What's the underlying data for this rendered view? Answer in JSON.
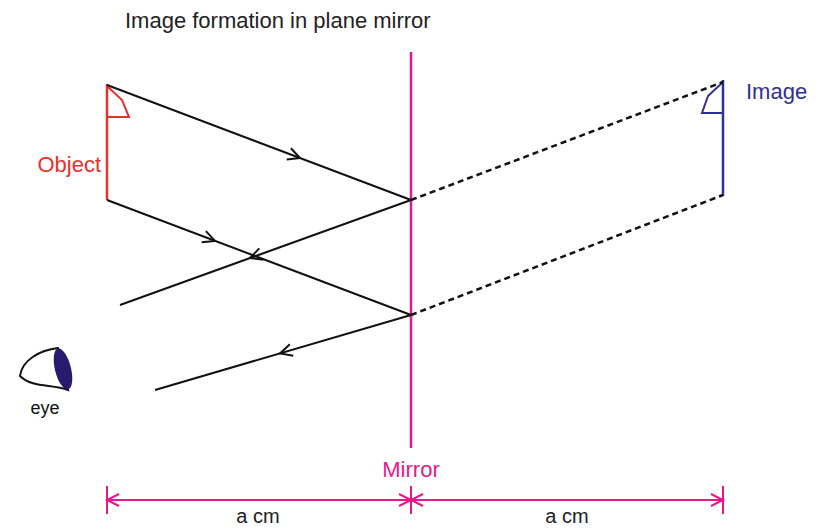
{
  "diagram": {
    "title": "Image formation in plane mirror",
    "labels": [
      "Object",
      "Image",
      "eye",
      "Mirror",
      "a cm",
      "a cm"
    ]
  }
}
